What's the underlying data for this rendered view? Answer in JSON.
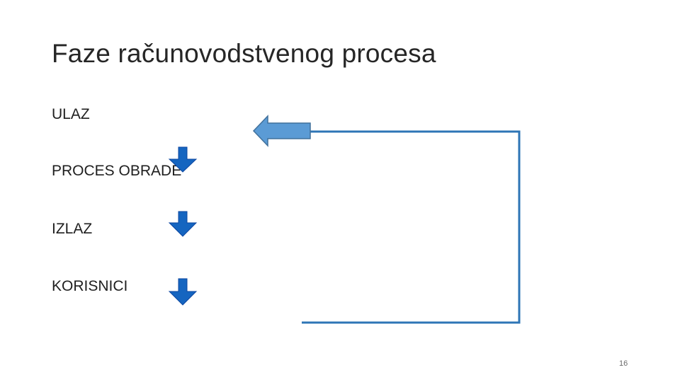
{
  "slide": {
    "title": "Faze računovodstvenog procesa",
    "steps": [
      "ULAZ",
      "PROCES OBRADE",
      "IZLAZ",
      "KORISNICI"
    ],
    "page_number": "16"
  },
  "colors": {
    "down_arrow_fill": "#1565c0",
    "down_arrow_stroke": "#0d47a1",
    "feedback_arrow_fill": "#5b9bd5",
    "feedback_arrow_stroke": "#41719c",
    "feedback_line": "#2e75b6"
  }
}
